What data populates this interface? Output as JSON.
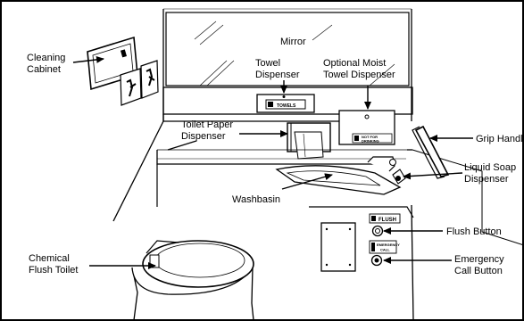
{
  "labels": {
    "cleaning_cabinet": [
      "Cleaning",
      "Cabinet"
    ],
    "mirror": "Mirror",
    "towel_dispenser": [
      "Towel",
      "Dispenser"
    ],
    "moist_towel_dispenser": [
      "Optional Moist",
      "Towel Dispenser"
    ],
    "toilet_paper_dispenser": [
      "Toilet Paper",
      "Dispenser"
    ],
    "grip_handle": "Grip Handle",
    "liquid_soap_dispenser": [
      "Liquid Soap",
      "Dispenser"
    ],
    "washbasin": "Washbasin",
    "flush_button": "Flush Button",
    "chemical_flush_toilet": [
      "Chemical",
      "Flush Toilet"
    ],
    "emergency_call_button": [
      "Emergency",
      "Call Button"
    ]
  },
  "placards": {
    "towels": "TOWELS",
    "moist_towel": [
      "NOT FOR",
      "DRINKING"
    ],
    "flush": "FLUSH",
    "emergency": [
      "EMERGENCY",
      "CALL"
    ]
  },
  "colors": {
    "ink": "#000000",
    "paper": "#ffffff",
    "frame": "#000000"
  }
}
